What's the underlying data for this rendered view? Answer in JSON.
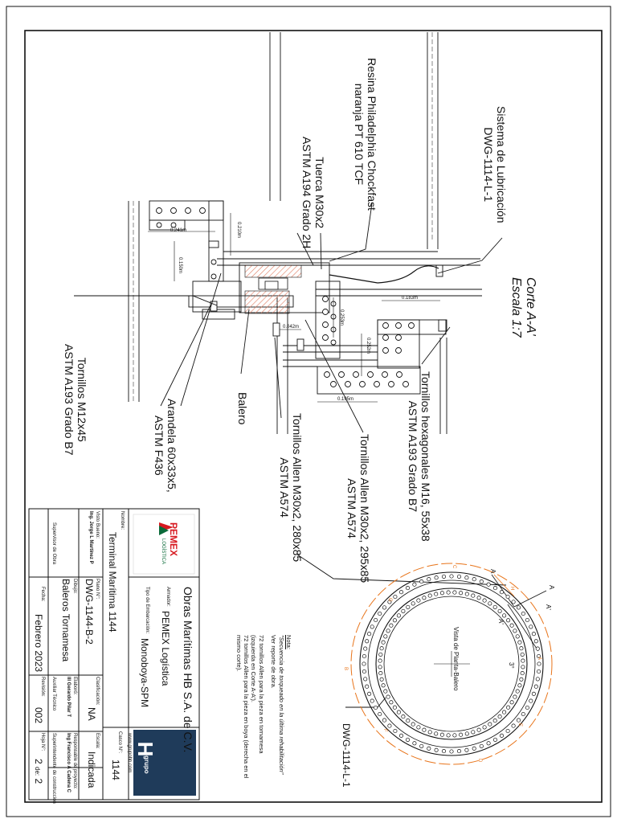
{
  "section": {
    "title": "Corte A-A'",
    "scale": "Escala 1:7"
  },
  "callouts": {
    "lubrication": [
      "Sistema de Lubricación",
      "DWG-1114-L-1"
    ],
    "resin": [
      "Resina Philadelphia Chockfast",
      "naranja PT 610 TCF"
    ],
    "nut": [
      "Tuerca M30x2",
      "ASTM A194 Grado 2H"
    ],
    "hex_bolts": [
      "Tornillos hexagonales M16, 55x38",
      "ASTM A193 Grado B7"
    ],
    "allen_295": [
      "Tornillos Allen M30x2, 295x85",
      "ASTM A574"
    ],
    "allen_280": [
      "Tornillos Allen M30x2, 280x85",
      "ASTM A574"
    ],
    "bearing": [
      "Balero"
    ],
    "washer": [
      "Arandela 60x33x5,",
      "ASTM F436"
    ],
    "bolts_m12": [
      "Tornillos M12x45",
      "ASTM A193 Grado B7"
    ]
  },
  "dimensions": {
    "d210": "0.210m",
    "d241": "0.241m",
    "d150": "0.150m",
    "d183": "0.183m",
    "d253": "0.253m",
    "d042": "0.042m",
    "d252": "0.252m",
    "d195": "0.195m"
  },
  "plan_view": {
    "title": "Vista de Planta-Balero",
    "reference": "DWG-1114-L-1",
    "section_marks": [
      "A",
      "A'",
      "A",
      "A'"
    ],
    "letters": [
      "A",
      "B",
      "C",
      "D",
      "E",
      "F",
      "G",
      "H"
    ],
    "angle": "3°"
  },
  "note": {
    "heading": "Nota:",
    "lines": [
      "\"Secuencia de torqueado en la última rehabilitación\"",
      "Ver reporte de obra.",
      "72 tornillos Allen para la pieza en tornamesa",
      "(izquierda en Corte A-A').",
      "72 tornillos Allen para la pieza en boya (derecha en el",
      "mismo corte)."
    ]
  },
  "title_block": {
    "company": "Obras Marítimas HB S.A. de C.V.",
    "logo_hb_text": "grupo",
    "website": "www.grupohb.com",
    "armador_label": "Armador:",
    "armador": "PEMEX Logística",
    "vessel_type_label": "Tipo de Embarcación:",
    "vessel_type": "Monoboya-SPM",
    "name_label": "Nombre:",
    "name": "Terminal Marítima 1144",
    "plan_label": "Plano N°:",
    "plan": "DWG-1144-B-2",
    "drawing_label": "Dibujo:",
    "drawing": "Baleros Tornamesa",
    "date_label": "Fecha:",
    "date": "Febrero 2023",
    "casco_label": "Casco N°:",
    "casco": "1144",
    "class_label": "Clasificación:",
    "class": "NA",
    "scale_label": "Escala:",
    "scale": "Indicada",
    "revision_label": "Revisión:",
    "revision": "002",
    "sheet_label": "Hoja N°:",
    "sheet": "2",
    "sheet_of": "de:",
    "sheet_total": "2",
    "vobo_label": "Visto Bueno:",
    "vobo": "Ing. Jorge L Martínez P",
    "supervisor_label": "Supervisor de Obra",
    "elaboro_label": "Elaboró:",
    "elaboro": "Ill Gerardo Pilar T",
    "auxiliar_label": "Auxiliar Técnico",
    "responsable_label": "Responsable de proyecto:",
    "responsable": "Ing Francisco A Cadena C",
    "sup_constr_label": "Superintendente de construcción",
    "pemex_text": "PEMEX",
    "pemex_sub": "LOGÍSTICA"
  },
  "colors": {
    "line": "#111111",
    "hatch": "#e07a5f",
    "plan_marks": "#e8741a",
    "pemex_red": "#d71920",
    "pemex_green": "#0b6b3a",
    "hb_navy": "#1f3b5a"
  }
}
